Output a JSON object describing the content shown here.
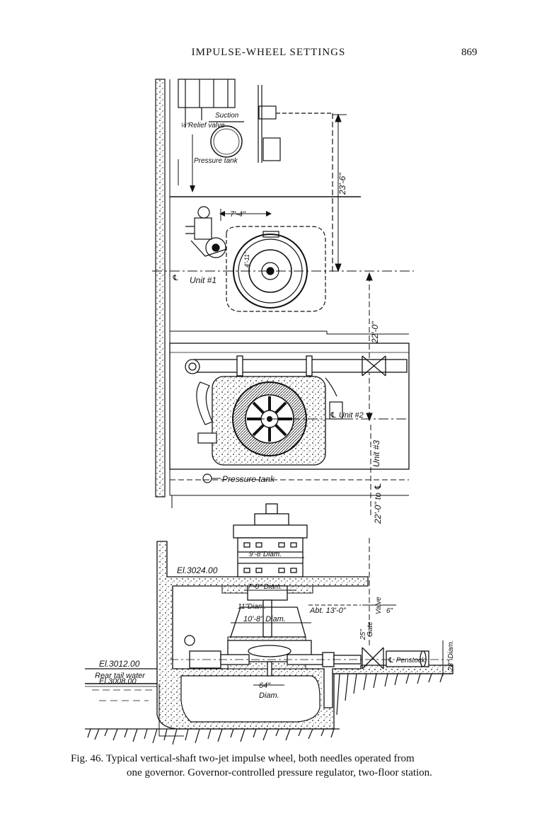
{
  "header": {
    "title": "IMPULSE-WHEEL SETTINGS",
    "page_number": "869"
  },
  "figure": {
    "plan_labels": {
      "relief_valve": "Relief valve",
      "relief_fraction": "½\"",
      "suction": "Suction",
      "pressure_tank_upper": "Pressure tank",
      "dim_23_6": "23'-6\"",
      "dim_7_4": "7'-4\"",
      "dim_4_11": "4'-11\"",
      "centerline_unit_1": "Unit #1",
      "cl_symbol": "℄",
      "dim_22_0": "22'-0\"",
      "centerline_unit_2": "℄ Unit #2",
      "unit_3": "Unit #3",
      "pressure_tank_lower": "Pressure tank",
      "dim_22_0_to": "22'-0\" to ℄"
    },
    "section_labels": {
      "el_3024": "El.3024.00",
      "dim_9_8": "9'-8\"Diam.",
      "dim_7_0": "7'-0\" Diam.",
      "dim_11": "11\"Diam.",
      "dim_10_8": "10'-8\" Diam.",
      "abt_13_0": "Abt. 13'-0\"",
      "dim_6": "6\"",
      "valve": "Valve",
      "gate": "Gate",
      "dim_25": "25\"",
      "cl_penstock": "℄ Penstock",
      "dim_28": "28\" Diam.",
      "el_3012": "El.3012.00",
      "rear_tail_water": "Rear tail water",
      "el_3008": "El.3008.00",
      "dim_64": "64\"",
      "diam": "Diam."
    }
  },
  "caption": {
    "line1": "Fig. 46.  Typical vertical-shaft two-jet impulse wheel, both needles operated from",
    "line2": "one governor.  Governor-controlled pressure regulator, two-floor station."
  }
}
